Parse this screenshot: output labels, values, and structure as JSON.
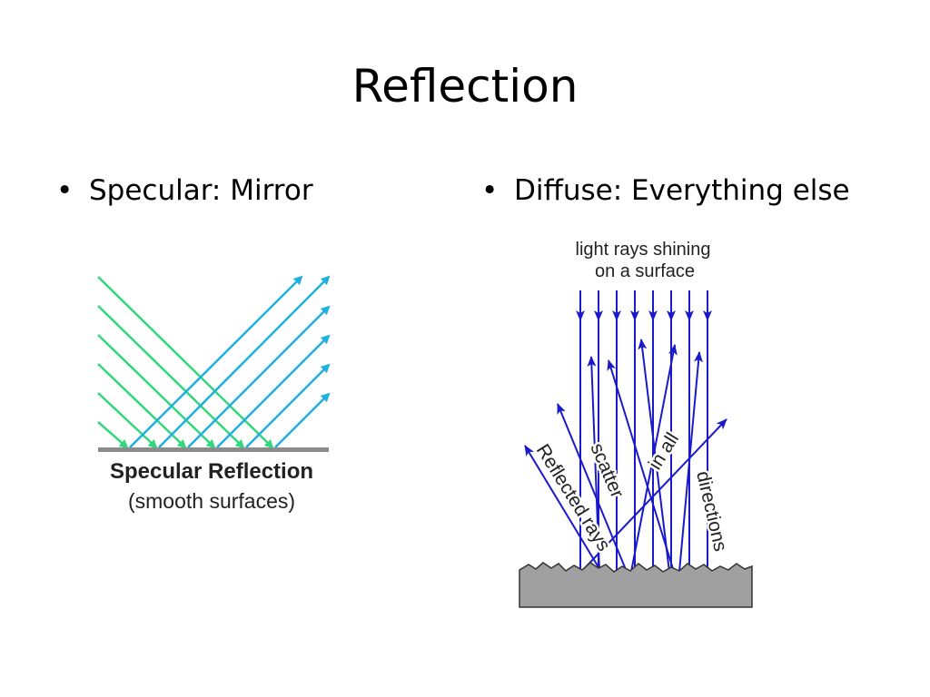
{
  "slide": {
    "title": "Reflection",
    "bullet_glyph": "•",
    "bullets": [
      {
        "text": "Specular:  Mirror"
      },
      {
        "text": "Diffuse:  Everything else"
      }
    ]
  },
  "specular_figure": {
    "caption_bold": "Specular Reflection",
    "caption_sub": "(smooth surfaces)",
    "colors": {
      "incident": "#2fd87a",
      "reflected": "#1fb0e0",
      "surface": "#8c8c8c"
    }
  },
  "diffuse_figure": {
    "caption_line1": "light rays shining",
    "caption_line2": "on a surface",
    "ray_label_1": "Reflected rays",
    "ray_label_2": "scatter",
    "ray_label_3": "in all",
    "ray_label_4": "directions",
    "colors": {
      "ray": "#1a1acc",
      "surface": "#a0a0a0"
    }
  }
}
